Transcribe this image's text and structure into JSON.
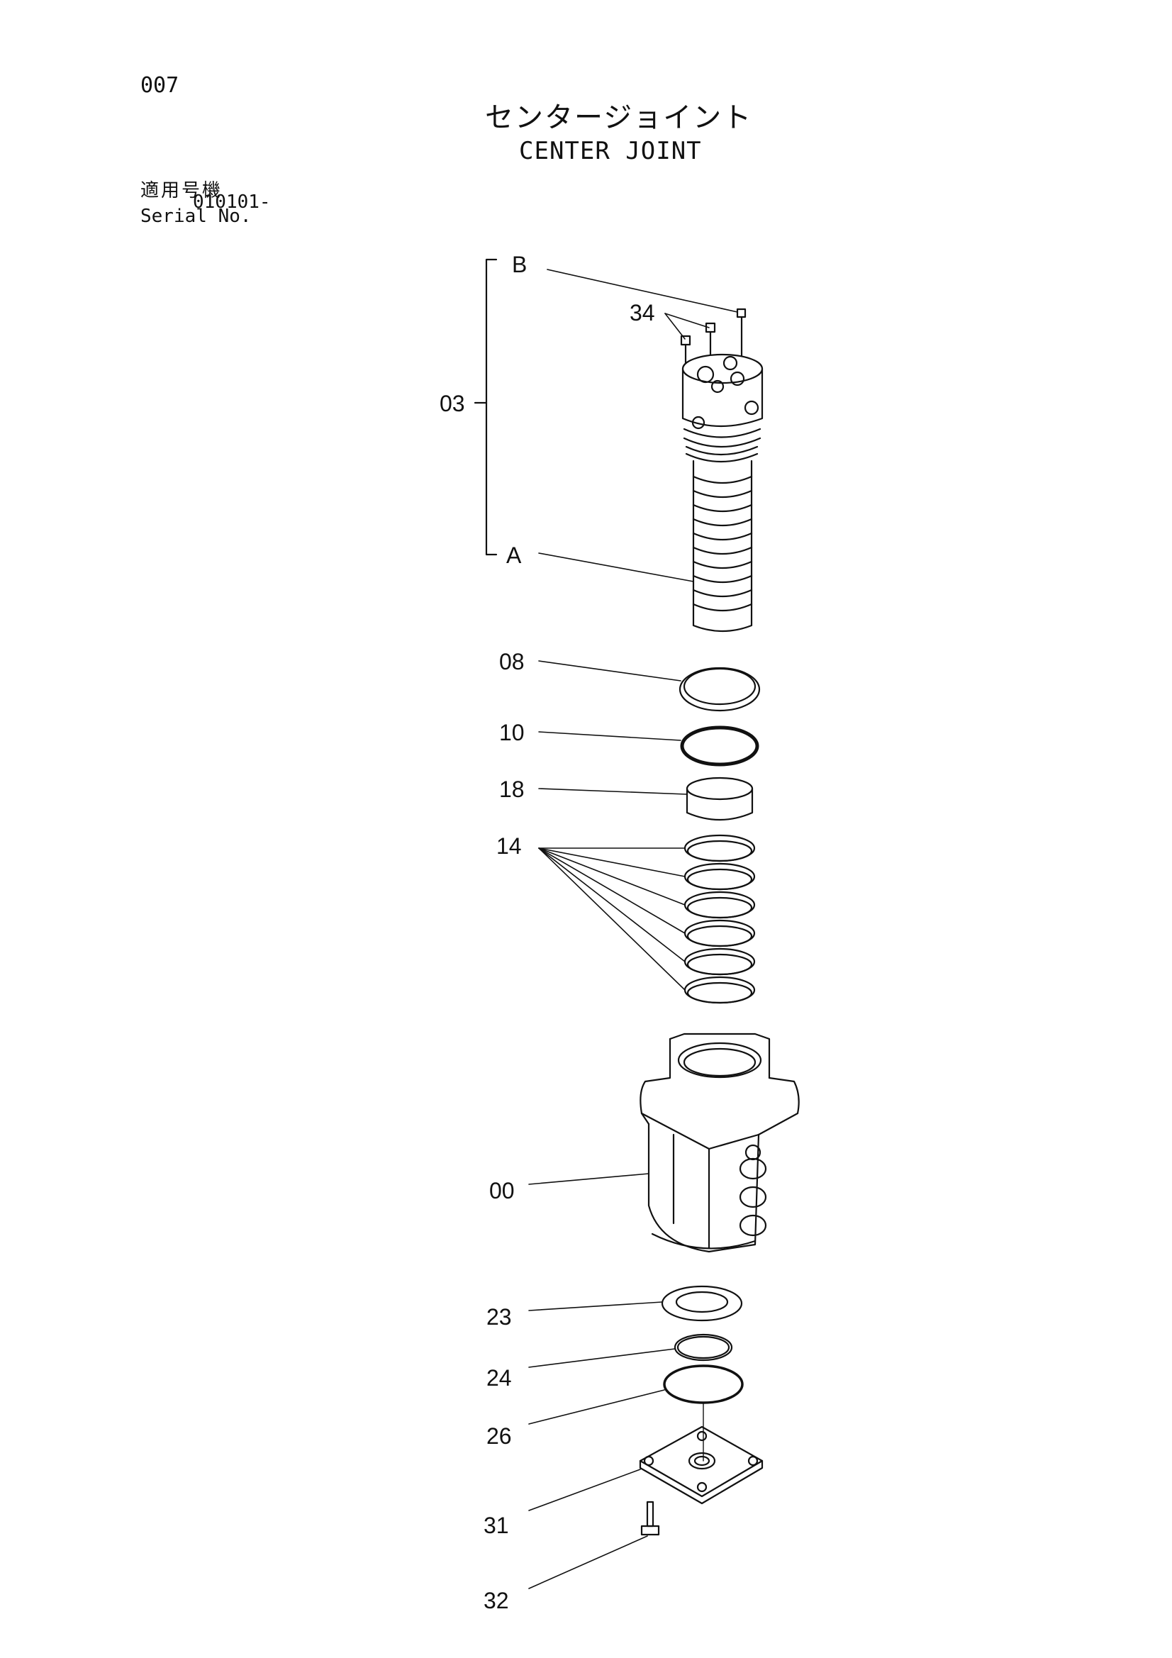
{
  "header": {
    "page_number": "007",
    "title_jp": "センタージョイント",
    "title_en": "CENTER JOINT",
    "serial_label_jp": "適用号機",
    "serial_label_en": "Serial No.",
    "serial_value": "010101-"
  },
  "callouts": {
    "assembly": "03",
    "sub_b": "B",
    "sub_a": "A",
    "plug": "34",
    "seal_08": "08",
    "oring_10": "10",
    "ring_18": "18",
    "seals_14": "14",
    "body_00": "00",
    "seal_23": "23",
    "ring_24": "24",
    "oring_26": "26",
    "cover_31": "31",
    "bolt_32": "32"
  }
}
